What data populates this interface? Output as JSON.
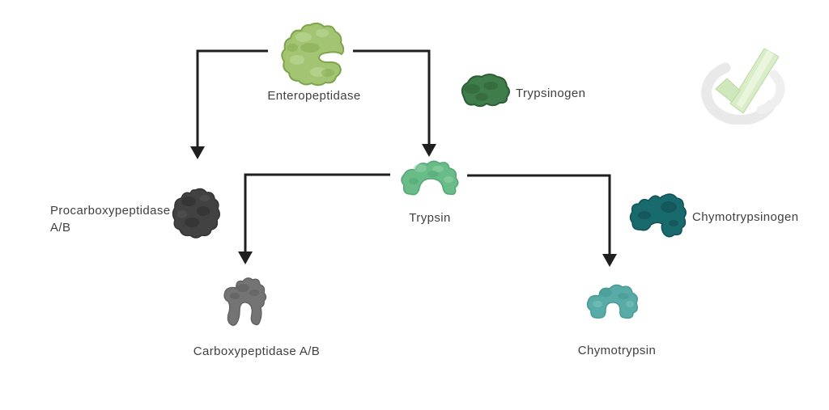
{
  "diagram_type": "enzyme-activation-pathway",
  "background_color": "#ffffff",
  "text_color": "#3f3f3f",
  "arrow_color": "#1f1f1f",
  "nodes": {
    "enteropeptidase": {
      "label": "Enteropeptidase",
      "color": "#a3c573",
      "kind": "active-enzyme"
    },
    "trypsinogen": {
      "label": "Trypsinogen",
      "color": "#3f7d4a",
      "kind": "zymogen"
    },
    "trypsin": {
      "label": "Trypsin",
      "color": "#69bc87",
      "kind": "active-enzyme"
    },
    "procarboxypeptidase": {
      "label": "Procarboxypeptidase A/B",
      "color": "#424242",
      "kind": "zymogen"
    },
    "carboxypeptidase": {
      "label": "Carboxypeptidase A/B",
      "color": "#747474",
      "kind": "active-enzyme"
    },
    "chymotrypsinogen": {
      "label": "Chymotrypsinogen",
      "color": "#186a6d",
      "kind": "zymogen"
    },
    "chymotrypsin": {
      "label": "Chymotrypsin",
      "color": "#58aba6",
      "kind": "active-enzyme"
    }
  },
  "edges": [
    {
      "from": "enteropeptidase",
      "to": "procarboxypeptidase"
    },
    {
      "from": "enteropeptidase",
      "to": "trypsin"
    },
    {
      "from": "trypsin",
      "to": "carboxypeptidase"
    },
    {
      "from": "trypsin",
      "to": "chymotrypsin"
    }
  ],
  "watermark": {
    "icon": "green-checkmark-logo",
    "check_color": "#d9eec8",
    "swoosh_color": "#e8e8e8"
  }
}
